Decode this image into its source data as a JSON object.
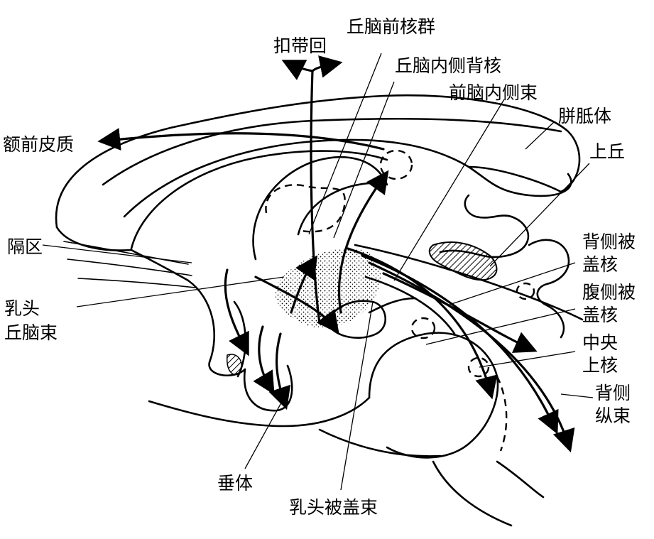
{
  "labels": {
    "cingulate_gyrus": "扣带回",
    "anterior_thalamic_nuclei": "丘脑前核群",
    "mediodorsal_thalamic_nucleus": "丘脑内侧背核",
    "medial_forebrain_bundle": "前脑内侧束",
    "corpus_callosum": "胼胝体",
    "prefrontal_cortex": "额前皮质",
    "superior_colliculus": "上丘",
    "septal_area": "隔区",
    "dorsal_tegmental_nucleus_1": "背侧被",
    "dorsal_tegmental_nucleus_2": "盖核",
    "ventral_tegmental_nucleus_1": "腹侧被",
    "ventral_tegmental_nucleus_2": "盖核",
    "mammillothalamic_tract_1": "乳头",
    "mammillothalamic_tract_2": "丘脑束",
    "central_superior_nucleus_1": "中央",
    "central_superior_nucleus_2": "上核",
    "dorsal_longitudinal_fasciculus_1": "背侧",
    "dorsal_longitudinal_fasciculus_2": "纵束",
    "hypophysis": "垂体",
    "mammillotegmental_tract": "乳头被盖束"
  }
}
